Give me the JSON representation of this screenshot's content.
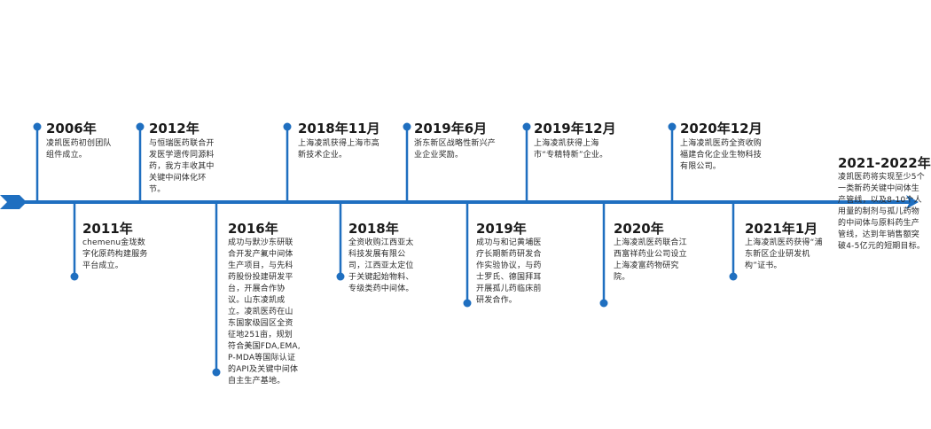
{
  "accent": "#1f6fc0",
  "events": [
    {
      "year": "2006年",
      "text": "凌凯医药初创团队组件成立。"
    },
    {
      "year": "2011年",
      "text": "chemenu金珑数字化原药构建服务平台成立。"
    },
    {
      "year": "2012年",
      "text": "与恒瑞医药联合开发医学遗传同源料药，我方丰收其中关键中间体化环节。"
    },
    {
      "year": "2016年",
      "text": "成功与默沙东研联合开发产氟中间体生产项目，与先科药股份投建研发平台，开展合作协议。山东凌凯成立。凌凯医药在山东国家级园区全资征地251亩，规划符合美国FDA,EMA,P-MDA等国际认证的API及关键中间体自主生产基地。"
    },
    {
      "year": "2018年11月",
      "text": "上海凌凯获得上海市高新技术企业。"
    },
    {
      "year": "2018年",
      "text": "全资收购江西亚太科技发展有限公司，江西亚太定位于关键起始物料、专级类药中间体。"
    },
    {
      "year": "2019年6月",
      "text": "浙东新区战略性新兴产业企业奖励。"
    },
    {
      "year": "2019年",
      "text": "成功与和记黄埔医疗长期新药研发合作实验协议，与药士罗氏、德国拜耳开展孤儿药临床前研发合作。"
    },
    {
      "year": "2019年12月",
      "text": "上海凌凯获得上海市“专精特新”企业。"
    },
    {
      "year": "2020年",
      "text": "上海凌凯医药联合江西富祥药业公司设立上海凌富药物研究院。"
    },
    {
      "year": "2020年12月",
      "text": "上海凌凯医药全资收购福建合化企业生物科技有限公司。"
    },
    {
      "year": "2021年1月",
      "text": "上海凌凯医药获得“浦东新区企业研发机构”证书。"
    },
    {
      "year": "2021-2022年",
      "text": "凌凯医药将实现至少5个一类新药关键中间体生产管线，以及8-10个人用量的制剂与孤儿药物的中间体与原料药生产管线，达到年销售额突破4-5亿元的短期目标。"
    }
  ]
}
